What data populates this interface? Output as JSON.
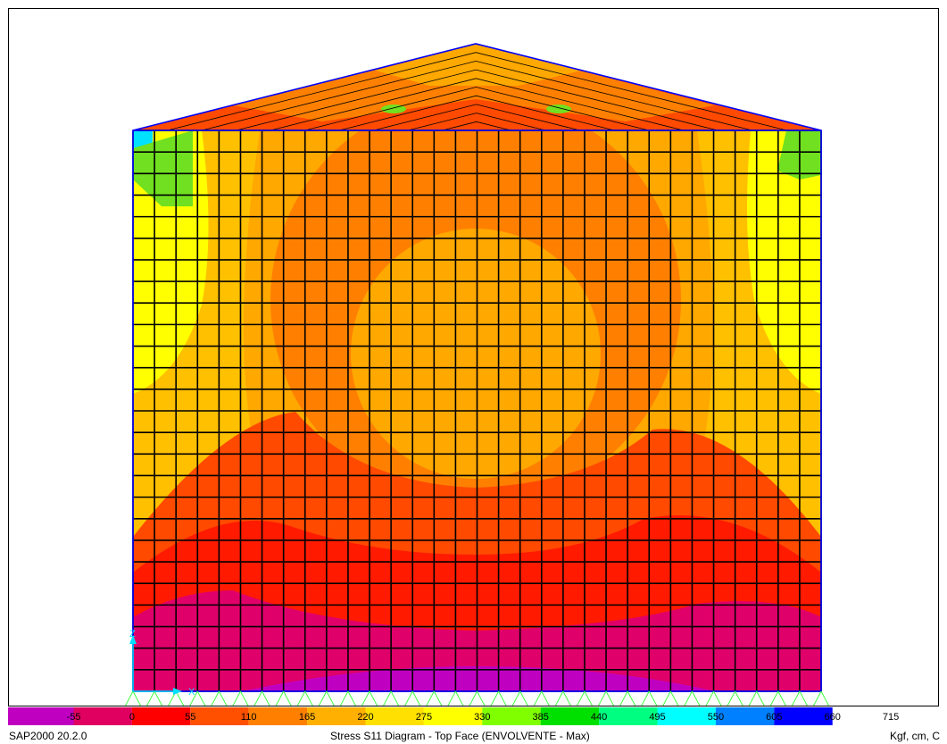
{
  "status_bar": {
    "version": "SAP2000 20.2.0",
    "diagram_title": "Stress S11 Diagram - Top Face   (ENVOLVENTE - Max)",
    "units": "Kgf, cm, C"
  },
  "legend": {
    "ticks": [
      "-55",
      "0",
      "55",
      "110",
      "165",
      "220",
      "275",
      "330",
      "385",
      "440",
      "495",
      "550",
      "605",
      "660",
      "715"
    ],
    "colors": [
      "#c000c0",
      "#e00060",
      "#ff0000",
      "#ff5000",
      "#ff8000",
      "#ffb000",
      "#ffe000",
      "#ffff00",
      "#80ff00",
      "#00e000",
      "#00ff80",
      "#00ffff",
      "#0080ff",
      "#0000ff"
    ]
  },
  "axis_triad": {
    "z_label": "Z",
    "x_label": "X"
  },
  "contour_colors": {
    "magenta_pink": "#e0006a",
    "purple": "#c000c0",
    "red": "#ff1a00",
    "red_orange": "#ff4a00",
    "orange": "#ff8000",
    "light_orange": "#ffa800",
    "yellow_orange": "#ffc000",
    "yellow": "#ffff00",
    "green": "#70e020",
    "cyan": "#00e0ff",
    "mesh_line": "#000000",
    "outline": "#0000ff",
    "support": "#40ff40"
  }
}
